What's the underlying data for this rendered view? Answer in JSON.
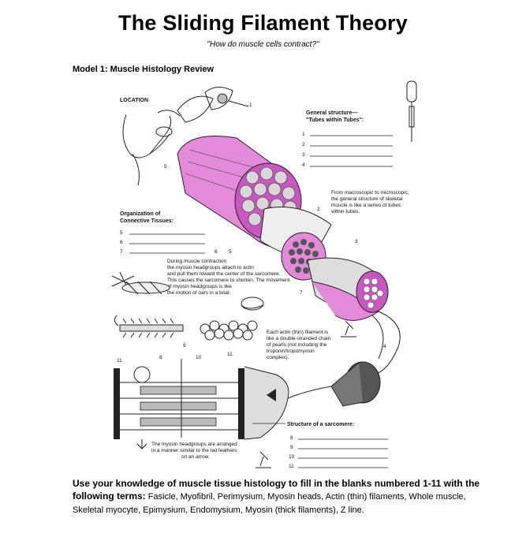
{
  "header": {
    "title": "The Sliding Filament Theory",
    "subtitle": "\"How do muscle cells contract?\""
  },
  "model": {
    "heading": "Model 1: Muscle Histology Review"
  },
  "figure": {
    "location_label": "LOCATION",
    "general_structure_title": "General structure—",
    "general_structure_subtitle": "\"Tubes within Tubes\":",
    "blank_numbers_top": [
      "1",
      "2",
      "3",
      "4"
    ],
    "macro_note": [
      "From macroscopic to microscopic,",
      "the general structure of skeletal",
      "muscle is like a series of tubes",
      "within tubes."
    ],
    "connective_title": "Organization of",
    "connective_subtitle": "Connective Tissues:",
    "blank_numbers_connective": [
      "5",
      "6",
      "7"
    ],
    "contraction_note": [
      "During muscle contraction",
      "the myosin headgroups attach to actin",
      "and pull them toward the center of the sarcomere.",
      "This causes the sarcomere to shorten. The movement",
      "of myosin headgroups is like",
      "the motion of oars in a boat."
    ],
    "actin_note": [
      "Each actin (thin) filament is",
      "like a double-stranded chain",
      "of pearls (not including the",
      "troponin/tropomyosin",
      "complex)."
    ],
    "sarcomere_title": "Structure of a sarcomere:",
    "blank_numbers_sarcomere": [
      "8",
      "9",
      "10",
      "11"
    ],
    "myosin_note": [
      "The myosin headgroups are arranged",
      "in a manner similar to the tail feathers",
      "on an arrow."
    ],
    "diagram_numbers": {
      "n1": "1",
      "n2": "2",
      "n3": "3",
      "n4": "4",
      "n5a": "5",
      "n5b": "5",
      "n6": "6",
      "n7": "7",
      "n8": "8",
      "n9": "9",
      "n10": "10",
      "n11a": "11",
      "n11b": "11"
    }
  },
  "instructions": {
    "bold_part": "Use your knowledge of muscle tissue histology to fill in the blanks numbered 1-11 with the following terms:",
    "terms": " Fasicle, Myofibril, Perimysium, Myosin heads, Actin (thin) filaments, Whole muscle, Skeletal myocyte, Epimysium, Endomysium, Myosin (thick filaments), Z line."
  },
  "colors": {
    "magenta": "#e38ad8",
    "magenta_dark": "#c957c0",
    "grey": "#8a8a8a"
  }
}
